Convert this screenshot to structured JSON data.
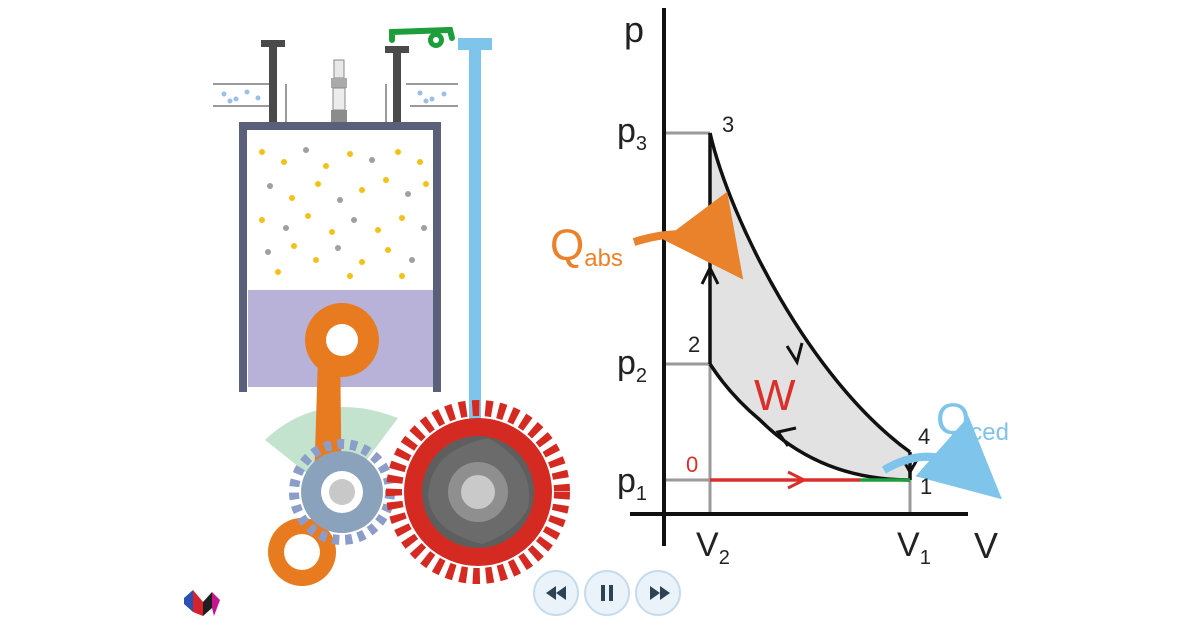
{
  "diagram": {
    "axes": {
      "p": "p",
      "V": "V"
    },
    "ticks": {
      "p3": {
        "base": "p",
        "sub": "3"
      },
      "p2": {
        "base": "p",
        "sub": "2"
      },
      "p1": {
        "base": "p",
        "sub": "1"
      },
      "V2": {
        "base": "V",
        "sub": "2"
      },
      "V1": {
        "base": "V",
        "sub": "1"
      }
    },
    "points": {
      "p0": "0",
      "p1": "1",
      "p2": "2",
      "p3": "3",
      "p4": "4"
    },
    "work": "W",
    "heat_in": {
      "base": "Q",
      "sub": "abs"
    },
    "heat_out": {
      "base": "Q",
      "sub": "ced"
    }
  },
  "colors": {
    "heat_in": "#e9822a",
    "heat_out": "#7fc4ea",
    "work": "#d9302b",
    "intake": "#d9302b",
    "exhaust": "#1e9e3a",
    "area_fill": "#e2e2e2",
    "gas": "#b8b2d8",
    "gear_red": "#d42a22",
    "rod_orange": "#e87b1f",
    "rod_blue": "#7fc4ea",
    "cam_gray": "#666666"
  },
  "controls": {
    "rewind": "rewind-icon",
    "pause": "pause-icon",
    "forward": "fast-forward-icon"
  },
  "logo": "brand-logo"
}
